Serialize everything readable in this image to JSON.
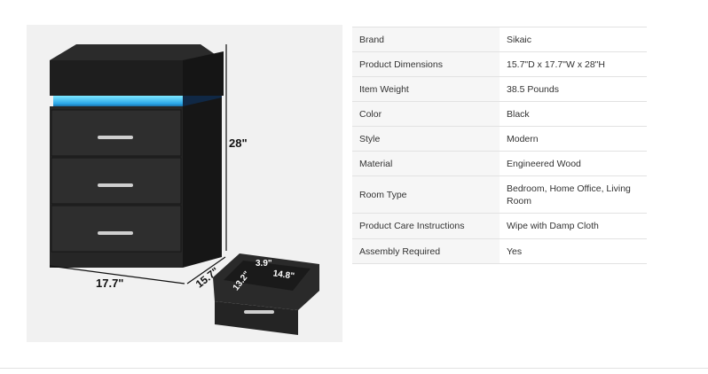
{
  "image": {
    "dimensions": {
      "height": "28\"",
      "width": "17.7\"",
      "depth": "15.7\"",
      "drawer_depth": "13.2\"",
      "drawer_height": "3.9\"",
      "drawer_width": "14.8\""
    }
  },
  "specs": [
    {
      "label": "Brand",
      "value": "Sikaic"
    },
    {
      "label": "Product Dimensions",
      "value": "15.7\"D x 17.7\"W x 28\"H"
    },
    {
      "label": "Item Weight",
      "value": "38.5 Pounds"
    },
    {
      "label": "Color",
      "value": "Black"
    },
    {
      "label": "Style",
      "value": "Modern"
    },
    {
      "label": "Material",
      "value": "Engineered Wood"
    },
    {
      "label": "Room Type",
      "value": "Bedroom, Home Office, Living Room"
    },
    {
      "label": "Product Care Instructions",
      "value": "Wipe with Damp Cloth"
    },
    {
      "label": "Assembly Required",
      "value": "Yes"
    }
  ]
}
